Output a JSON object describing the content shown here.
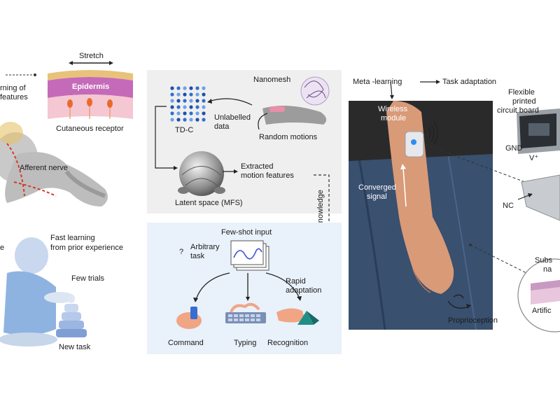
{
  "left_top": {
    "stretch": "Stretch",
    "epidermis": "Epidermis",
    "cutaneous_receptor": "Cutaneous receptor",
    "afferent_nerve": "Afferent nerve",
    "partial_line_1": "rning of",
    "partial_line_2": "features"
  },
  "left_bottom": {
    "fast_learning": "Fast learning",
    "from_prior": "from prior experience",
    "few_trials": "Few trials",
    "new_task": "New task",
    "partial_e": "e"
  },
  "middle_top": {
    "nanomesh": "Nanomesh",
    "tdc": "TD-C",
    "unlabelled": "Unlabelled",
    "data": "data",
    "random_motions": "Random motions",
    "extracted": "Extracted",
    "motion_features": "motion features",
    "latent_space": "Latent space (MFS)"
  },
  "prior_knowledge": "Prior knowledge",
  "middle_bottom": {
    "few_shot": "Few-shot input",
    "question": "?",
    "arbitrary": "Arbitrary",
    "task": "task",
    "rapid": "Rapid",
    "adaptation": "adaptation",
    "command": "Command",
    "typing": "Typing",
    "recognition": "Recognition"
  },
  "right": {
    "meta_learning": "Meta -learning",
    "task_adaptation": "Task adaptation",
    "wireless": "Wireless",
    "module": "module",
    "converged": "Converged",
    "signal": "signal",
    "proprioception": "Proprioception",
    "flexible": "Flexible",
    "printed": "printed",
    "circuit_board": "circuit board",
    "gnd": "GND",
    "vplus": "V⁺",
    "nc": "NC",
    "subs": "Subs",
    "na": "na",
    "artific": "Artific"
  },
  "colors": {
    "panel_gray": "#efefef",
    "panel_blue": "#e9f1fa",
    "dot_blue": "#2f6fd0",
    "arrow": "#222222",
    "skin": "#f1c9b4"
  }
}
